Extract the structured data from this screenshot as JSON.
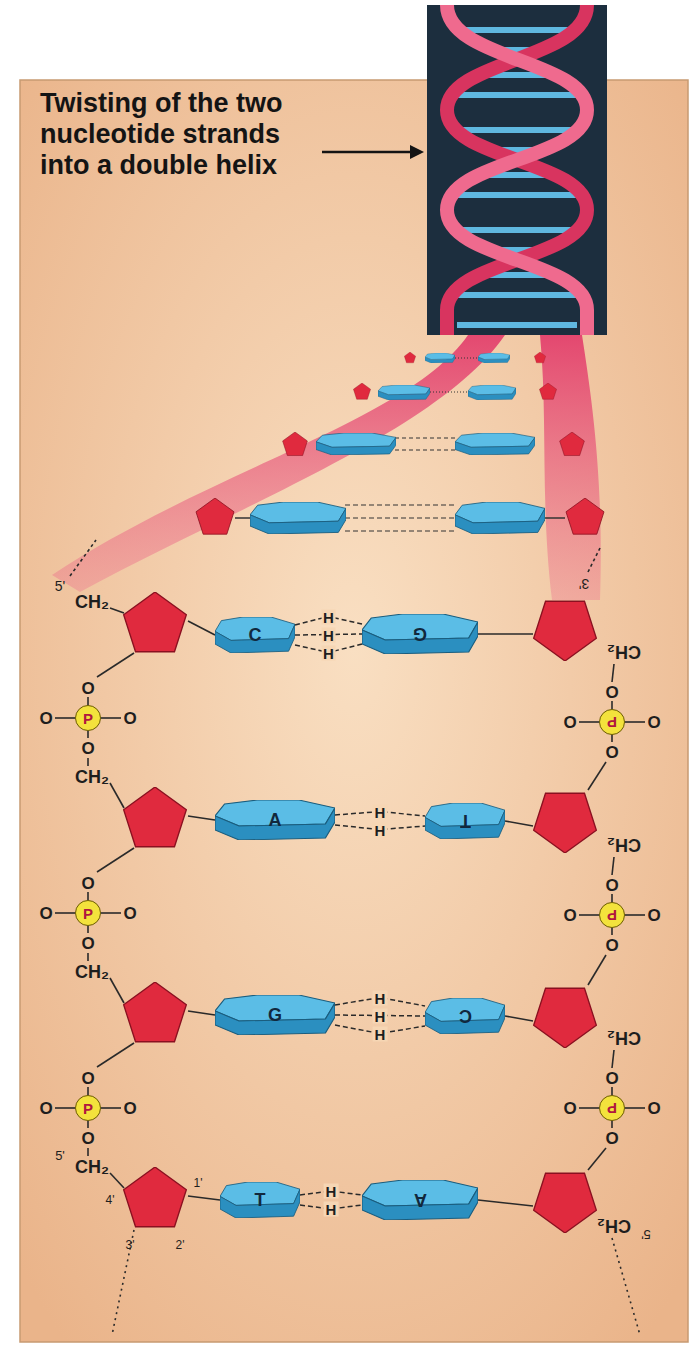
{
  "diagram": {
    "nodes": [
      {
        "text": [
          "C"
        ]
      },
      {
        "text": [
          "G"
        ]
      },
      {
        "text": [
          "P"
        ]
      },
      {
        "text": [
          "P"
        ]
      },
      {
        "text": [
          "A"
        ]
      },
      {
        "text": [
          "T"
        ]
      },
      {
        "text": [
          "P"
        ]
      },
      {
        "text": [
          "P"
        ]
      },
      {
        "text": [
          "G"
        ]
      },
      {
        "text": [
          "C"
        ]
      },
      {
        "text": [
          "P"
        ]
      },
      {
        "text": [
          "P"
        ]
      },
      {
        "text": [
          "T"
        ]
      },
      {
        "text": [
          "A"
        ]
      }
    ],
    "edges": [
      {
        "from": 0,
        "to": 1,
        "arrow": "none",
        "label": "H"
      },
      {
        "from": 0,
        "to": 1,
        "arrow": "none",
        "label": "H"
      },
      {
        "from": 0,
        "to": 1,
        "arrow": "none",
        "label": "H"
      },
      {
        "from": 4,
        "to": 5,
        "arrow": "none",
        "label": "H"
      },
      {
        "from": 4,
        "to": 5,
        "arrow": "none",
        "label": "H"
      },
      {
        "from": 8,
        "to": 9,
        "arrow": "none",
        "label": "H"
      },
      {
        "from": 8,
        "to": 9,
        "arrow": "none",
        "label": "H"
      },
      {
        "from": 8,
        "to": 9,
        "arrow": "none",
        "label": "H"
      },
      {
        "from": 12,
        "to": 13,
        "arrow": "none",
        "label": "H"
      },
      {
        "from": 12,
        "to": 13,
        "arrow": "none",
        "label": "H"
      }
    ],
    "labels": [
      "Twisting of the two nucleotide strands into a double helix",
      "5'",
      "CH₂",
      "O",
      "O",
      "O",
      "O",
      "CH₂",
      "O",
      "O",
      "O",
      "O",
      "CH₂",
      "O",
      "O",
      "O",
      "O",
      "5'",
      "CH₂",
      "4'",
      "1'",
      "3'",
      "2'",
      "3'",
      "CH₂",
      "O",
      "O",
      "O",
      "O",
      "CH₂",
      "O",
      "O",
      "O",
      "O",
      "CH₂",
      "O",
      "O",
      "O",
      "O",
      "CH₂",
      "5'"
    ]
  }
}
